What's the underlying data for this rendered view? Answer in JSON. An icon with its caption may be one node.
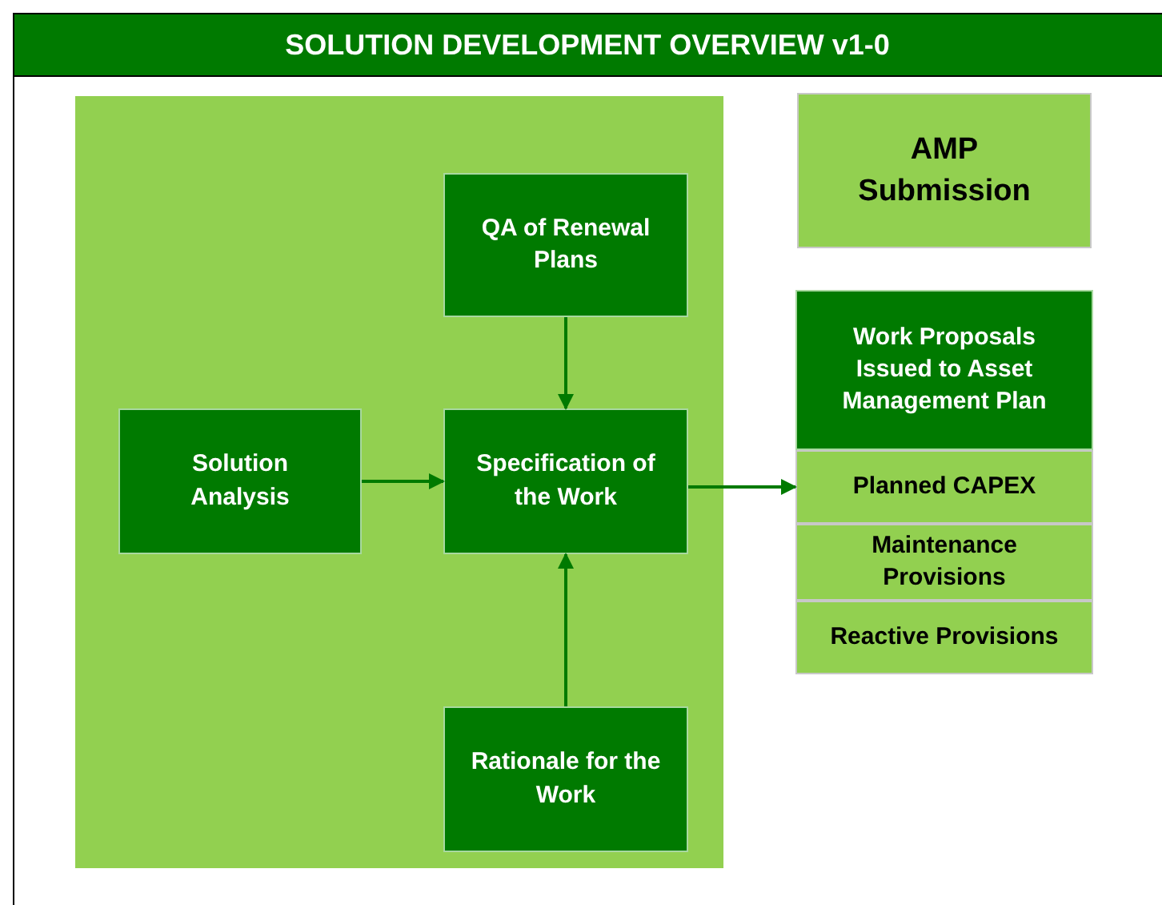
{
  "diagram": {
    "title": "SOLUTION DEVELOPMENT OVERVIEW v1-0",
    "nodes": [
      {
        "text": [],
        "shape": "box"
      },
      {
        "text": [
          "QA of Renewal Plans"
        ],
        "in": 0
      },
      {
        "text": [
          "Solution Analysis"
        ],
        "in": 0
      },
      {
        "text": [
          "Specification of the Work"
        ],
        "in": 0
      },
      {
        "text": [
          "Rationale for the Work"
        ],
        "in": 0
      },
      {
        "text": [
          "AMP Submission"
        ]
      },
      {
        "text": [
          "Work Proposals Issued to Asset Management Plan"
        ]
      },
      {
        "text": [
          "Planned CAPEX"
        ]
      },
      {
        "text": [
          "Maintenance Provisions"
        ]
      },
      {
        "text": [
          "Reactive Provisions"
        ]
      }
    ],
    "edges": [
      {
        "from": 1,
        "to": 3,
        "arrow": "to"
      },
      {
        "from": 2,
        "to": 3,
        "arrow": "to"
      },
      {
        "from": 4,
        "to": 3,
        "arrow": "to"
      },
      {
        "from": 3,
        "to": 7,
        "arrow": "to"
      }
    ]
  }
}
